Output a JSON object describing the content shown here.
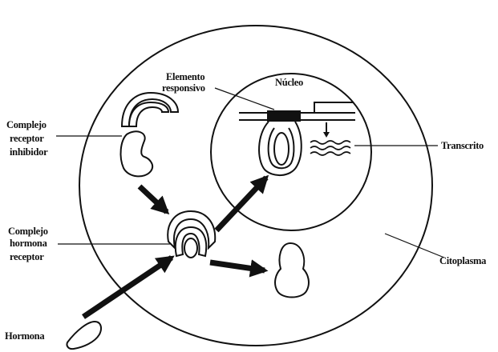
{
  "labels": {
    "elemento_line1": "Elemento",
    "elemento_line2": "responsivo",
    "nucleo": "Núcleo",
    "complejo_inhibidor_line1": "Complejo",
    "complejo_inhibidor_line2": "receptor",
    "complejo_inhibidor_line3": "inhibidor",
    "complejo_hormona_line1": "Complejo",
    "complejo_hormona_line2": "hormona",
    "complejo_hormona_line3": "receptor",
    "transcrito": "Transcrito",
    "citoplasma": "Citoplasma",
    "hormona": "Hormona"
  },
  "colors": {
    "ink": "#111111",
    "background": "#ffffff"
  }
}
